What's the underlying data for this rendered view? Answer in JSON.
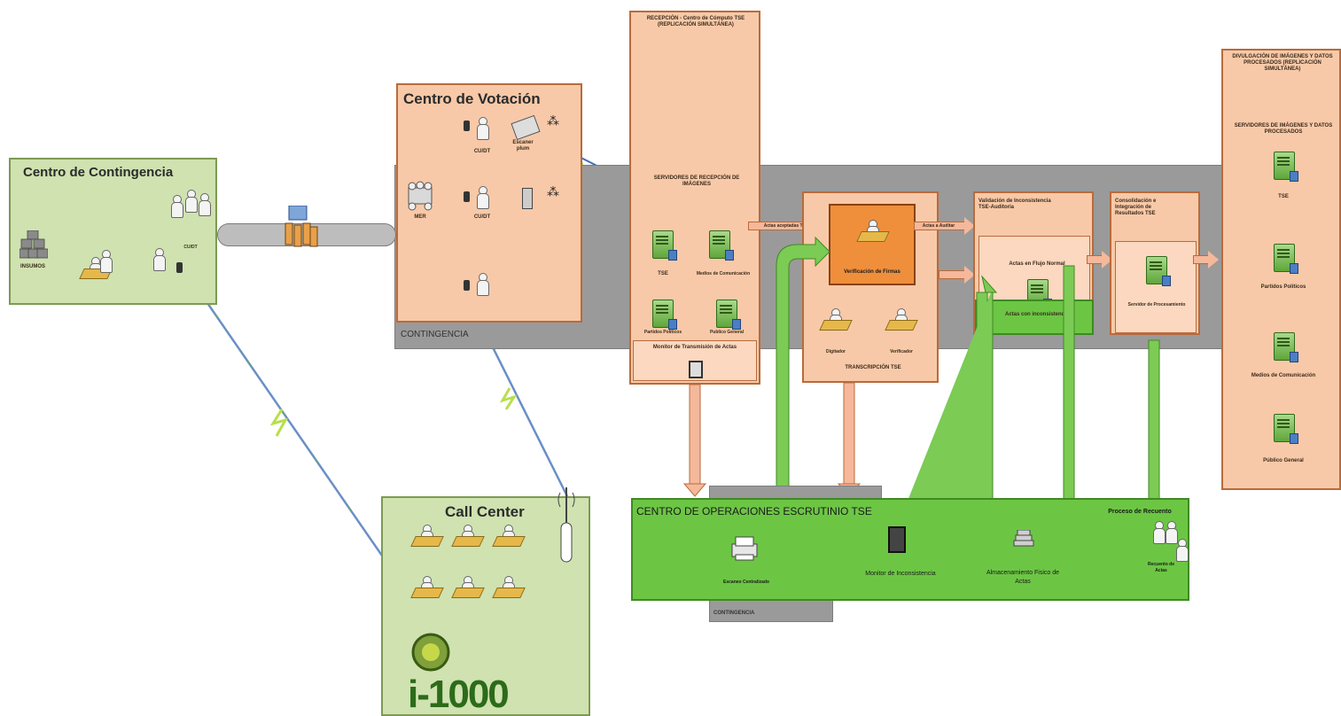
{
  "contingency_center": {
    "title": "Centro de Contingencia",
    "labels": [
      "INSUMOS",
      "CU/DT"
    ]
  },
  "voting_center": {
    "title": "Centro de Votación",
    "labels": [
      "CU/DT",
      "Escaner plum",
      "MER",
      "CU/DT"
    ],
    "band_label": "CONTINGENCIA"
  },
  "reception": {
    "header": "RECEPCIÓN - Centro de Cómputo TSE (REPLICACIÓN SIMULTÁNEA)",
    "servers_title": "SERVIDORES DE RECEPCIÓN DE IMÁGENES",
    "servers": [
      "TSE",
      "Medios de Comunicación",
      "Partidos Políticos",
      "Publico General"
    ],
    "monitor": "Monitor de Transmisión de Actas"
  },
  "transcription": {
    "active_box": "Verificación de Firmas",
    "people": [
      "Digitador",
      "Verificador"
    ],
    "footer": "TRANSCRIPCIÓN TSE"
  },
  "validation": {
    "title": "Validación de Inconsistencia TSE-Auditoria",
    "flow": "Actas en Flujo Normal",
    "green": "Actas con inconsistencia"
  },
  "consolidation": {
    "title": "Consolidación e Integración de Resultados TSE",
    "server": "Servidor de Procesamiento"
  },
  "divulgation": {
    "header": "DIVULGACIÓN DE IMÁGENES Y DATOS PROCESADOS (REPLICACIÓN SIMULTÁNEA)",
    "servers_title": "SERVIDORES DE IMÁGENES Y DATOS PROCESADOS",
    "servers": [
      "TSE",
      "Partidos Políticos",
      "Medios de Comunicación",
      "Público General"
    ]
  },
  "arrows": {
    "a1": "Actas aceptadas TSE",
    "a2": "Actas a Auditar"
  },
  "operations": {
    "title": "CENTRO DE OPERACIONES ESCRUTINIO TSE",
    "items": [
      "Escaneo Centralizado",
      "Monitor de Inconsistencia",
      "Almacenamiento Fisico de Actas"
    ],
    "recount": "Proceso de Recuento",
    "recount_sub": "Recuento de Actas",
    "band_label": "CONTINGENCIA"
  },
  "call_center": {
    "title": "Call Center",
    "logo": "i-1000"
  },
  "colors": {
    "peach": "#f8c9a8",
    "green": "#6cc644",
    "light_green": "#cfe2b0",
    "gray": "#9a9a9a"
  }
}
